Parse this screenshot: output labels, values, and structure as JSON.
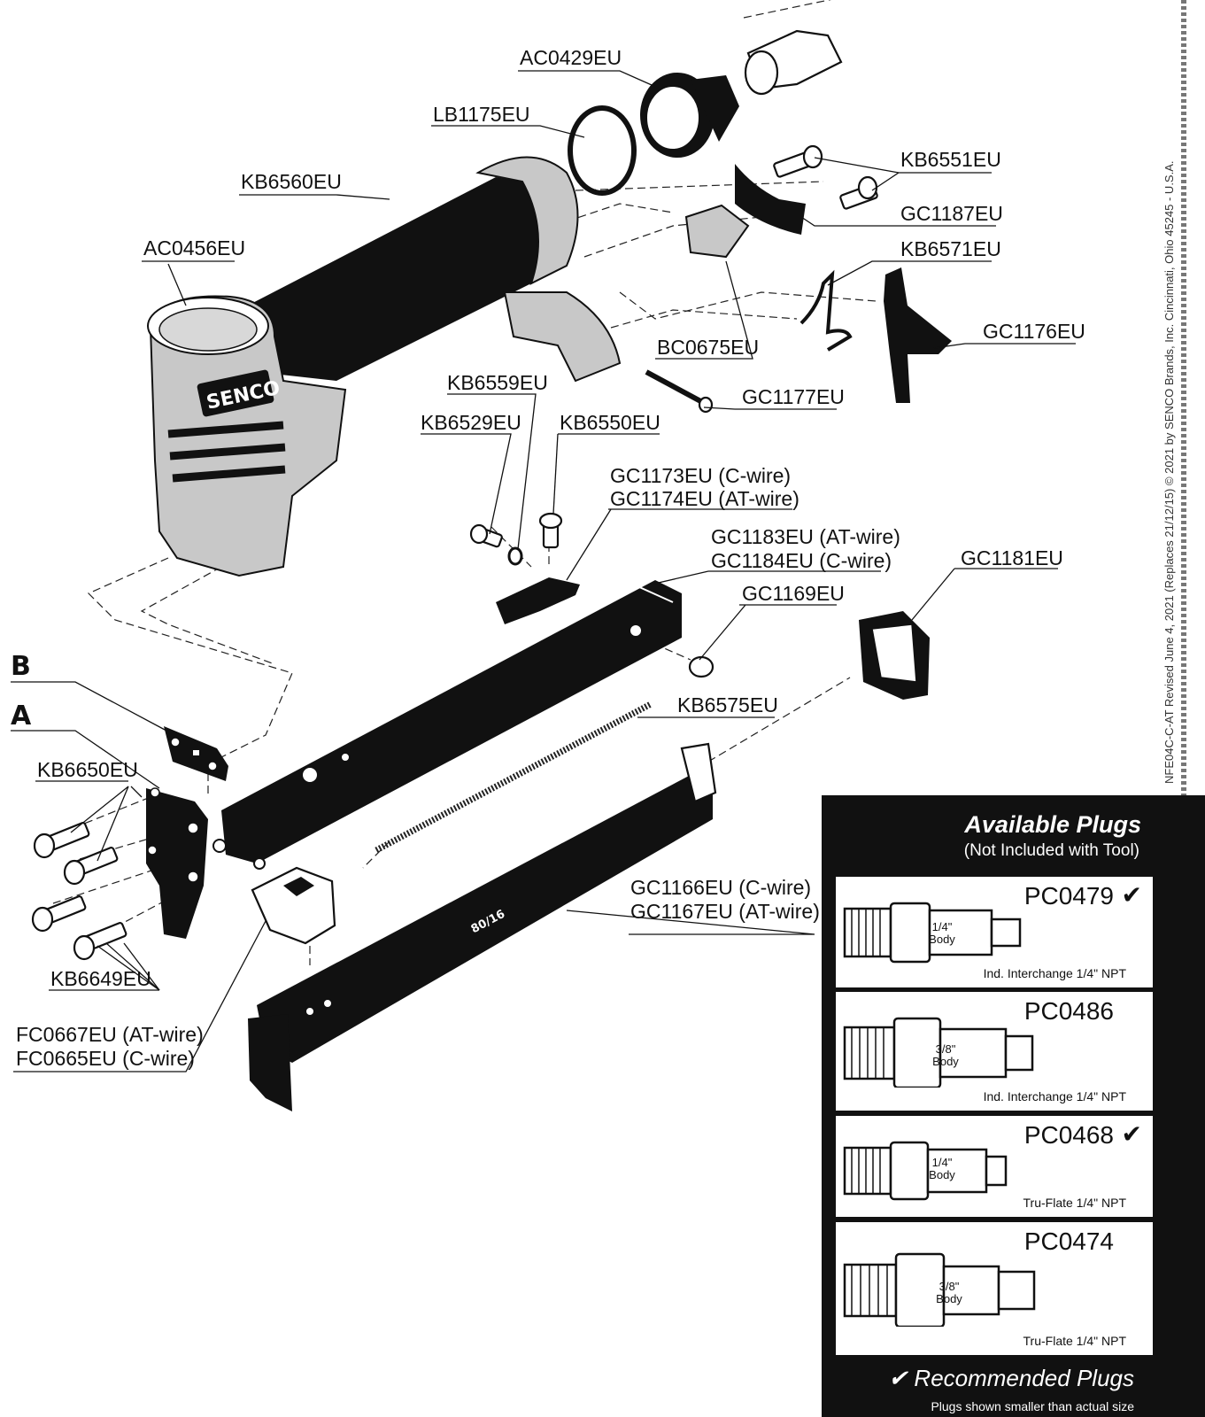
{
  "parts": {
    "ac0429eu": "AC0429EU",
    "lb1175eu": "LB1175EU",
    "kb6560eu": "KB6560EU",
    "kb6551eu": "KB6551EU",
    "gc1187eu": "GC1187EU",
    "ac0456eu": "AC0456EU",
    "kb6571eu": "KB6571EU",
    "gc1176eu": "GC1176EU",
    "bc0675eu": "BC0675EU",
    "kb6559eu": "KB6559EU",
    "gc1177eu": "GC1177EU",
    "kb6529eu": "KB6529EU",
    "kb6550eu": "KB6550EU",
    "gc1173eu": "GC1173EU (C-wire)",
    "gc1174eu": "GC1174EU (AT-wire)",
    "gc1183eu": "GC1183EU (AT-wire)",
    "gc1184eu": "GC1184EU (C-wire)",
    "gc1181eu": "GC1181EU",
    "gc1169eu": "GC1169EU",
    "kb6575eu": "KB6575EU",
    "kb6650eu": "KB6650EU",
    "gc1166eu": "GC1166EU (C-wire)",
    "gc1167eu": "GC1167EU (AT-wire)",
    "kb6649eu": "KB6649EU",
    "fc0667eu": "FC0667EU (AT-wire)",
    "fc0665eu": "FC0665EU (C-wire)"
  },
  "callouts": {
    "a": "A",
    "b": "B"
  },
  "tool_marks": {
    "brand": "SENCO",
    "magazine_marking": "80/16"
  },
  "plugs": {
    "title": "Available Plugs",
    "subtitle": "(Not Included with Tool)",
    "items": [
      {
        "code": "PC0479",
        "check": "✔",
        "body": [
          "1/4\"",
          "Body"
        ],
        "desc": "Ind. Interchange 1/4\" NPT"
      },
      {
        "code": "PC0486",
        "check": "",
        "body": [
          "3/8\"",
          "Body"
        ],
        "desc": "Ind. Interchange 1/4\" NPT"
      },
      {
        "code": "PC0468",
        "check": "✔",
        "body": [
          "1/4\"",
          "Body"
        ],
        "desc": "Tru-Flate 1/4\" NPT"
      },
      {
        "code": "PC0474",
        "check": "",
        "body": [
          "3/8\"",
          "Body"
        ],
        "desc": "Tru-Flate 1/4\" NPT"
      }
    ],
    "recommended": "✔ Recommended Plugs",
    "recommended_note": "Plugs shown smaller than actual size"
  },
  "footer_note": "NFE04C-C-AT Revised June 4, 2021 (Replaces 21/12/15) © 2021 by SENCO Brands, Inc. Cincinnati, Ohio 45245 - U.S.A."
}
